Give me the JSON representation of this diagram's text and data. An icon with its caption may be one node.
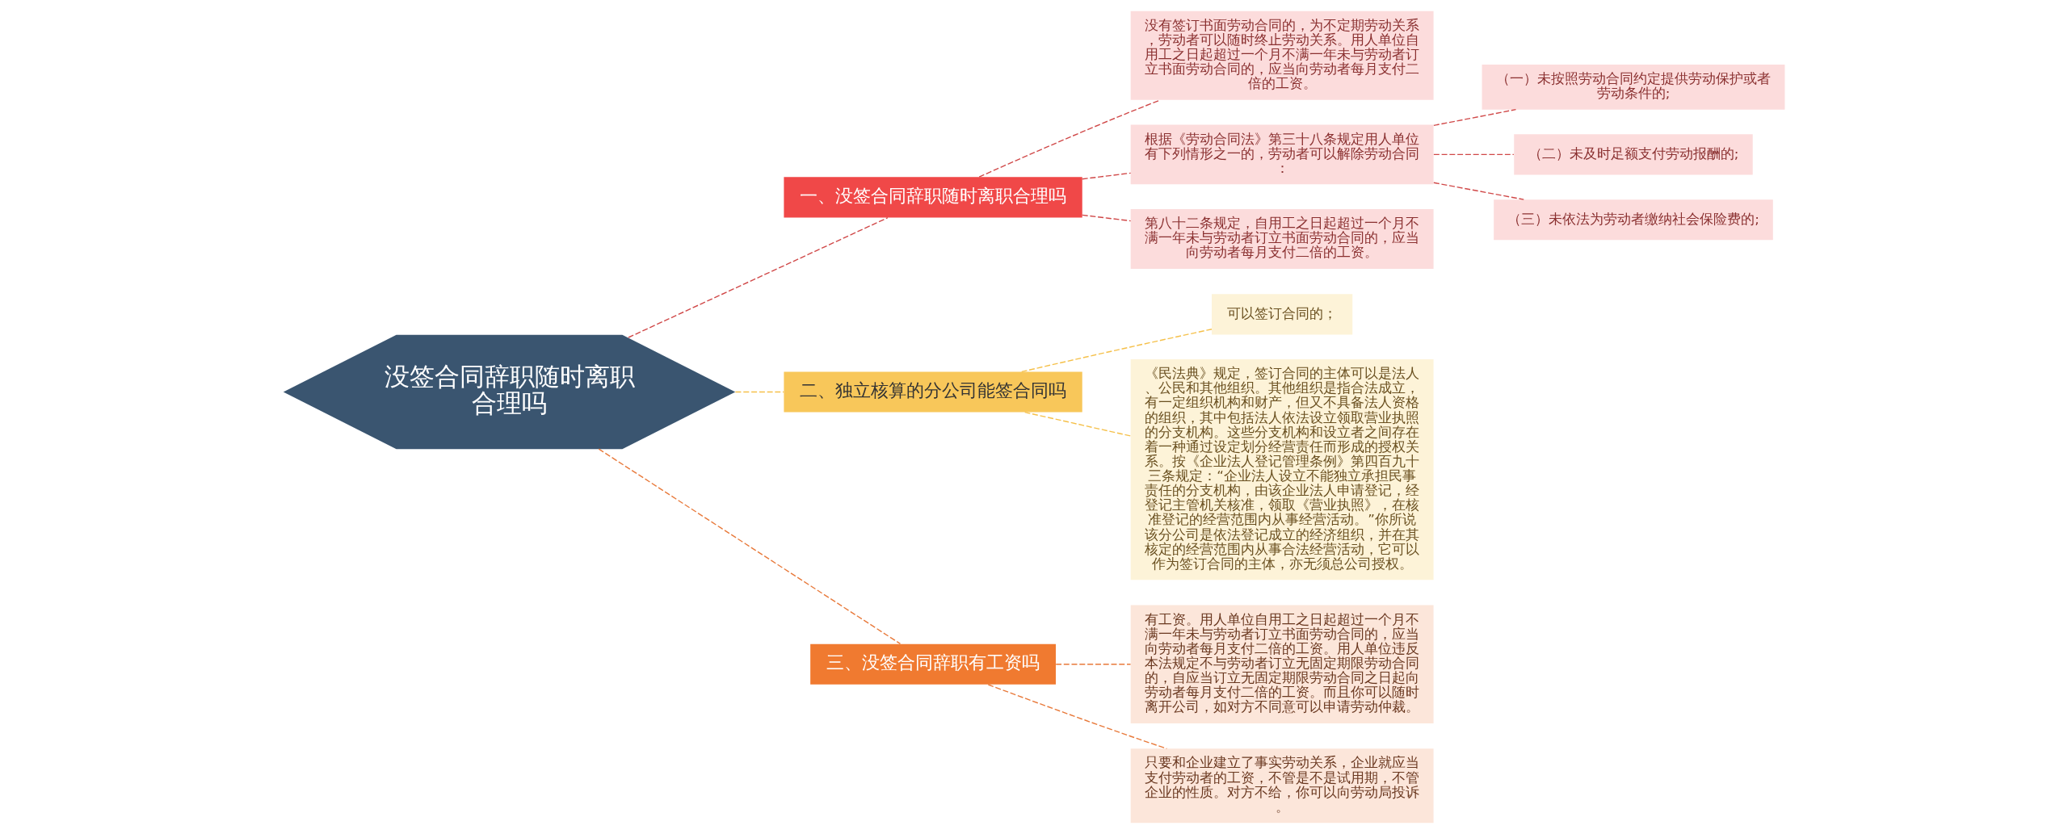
{
  "diagram": {
    "nodes": [
      {
        "text": [
          "没签合同辞职随时离职合理吗"
        ]
      },
      {
        "text": [
          "一、没签合同辞职随时离职合理吗"
        ]
      },
      {
        "text": [
          "没有签订书面劳动合同的，为不定期劳动关系，劳动者可以随时终止劳动关系。用人单位自用工之日起超过一个月不满一年未与劳动者订立书面劳动合同的，应当向劳动者每月支付二倍的工资。"
        ]
      },
      {
        "text": [
          "根据《劳动合同法》第三十八条规定用人单位有下列情形之一的，劳动者可以解除劳动合同："
        ]
      },
      {
        "text": [
          "（一）未按照劳动合同约定提供劳动保护或者劳动条件的;"
        ]
      },
      {
        "text": [
          "（二）未及时足额支付劳动报酬的;"
        ]
      },
      {
        "text": [
          "（三）未依法为劳动者缴纳社会保险费的;"
        ]
      },
      {
        "text": [
          "第八十二条规定，自用工之日起超过一个月不满一年未与劳动者订立书面劳动合同的，应当向劳动者每月支付二倍的工资。"
        ]
      },
      {
        "text": [
          "二、独立核算的分公司能签合同吗"
        ]
      },
      {
        "text": [
          "可以签订合同的；"
        ]
      },
      {
        "text": [
          "《民法典》规定，签订合同的主体可以是法人、公民和其他组织。其他组织是指合法成立，有一定组织机构和财产，但又不具备法人资格的组织，其中包括法人依法设立领取营业执照的分支机构。这些分支机构和设立者之间存在着一种通过设定划分经营责任而形成的授权关系。按《企业法人登记管理条例》第四百九十三条规定：“企业法人设立不能独立承担民事责任的分支机构，由该企业法人申请登记，经登记主管机关核准，领取《营业执照》，在核准登记的经营范围内从事经营活动。”你所说该分公司是依法登记成立的经济组织，并在其核定的经营范围内从事合法经营活动，它可以作为签订合同的主体，亦无须总公司授权。"
        ]
      },
      {
        "text": [
          "三、没签合同辞职有工资吗"
        ]
      },
      {
        "text": [
          "有工资。用人单位自用工之日起超过一个月不满一年未与劳动者订立书面劳动合同的，应当向劳动者每月支付二倍的工资。用人单位违反本法规定不与劳动者订立无固定期限劳动合同的，自应当订立无固定期限劳动合同之日起向劳动者每月支付二倍的工资。而且你可以随时离开公司，如对方不同意可以申请劳动仲裁。"
        ]
      },
      {
        "text": [
          "只要和企业建立了事实劳动关系，企业就应当支付劳动者的工资，不管是不是试用期，不管企业的性质。对方不给，你可以向劳动局投诉。"
        ]
      }
    ],
    "edges": [
      {
        "from": 0,
        "to": 1,
        "arrow": "none",
        "style": "dashed"
      },
      {
        "from": 1,
        "to": 2,
        "arrow": "none",
        "style": "dashed"
      },
      {
        "from": 1,
        "to": 3,
        "arrow": "none",
        "style": "dashed"
      },
      {
        "from": 3,
        "to": 4,
        "arrow": "none",
        "style": "dashed"
      },
      {
        "from": 3,
        "to": 5,
        "arrow": "none",
        "style": "dashed"
      },
      {
        "from": 3,
        "to": 6,
        "arrow": "none",
        "style": "dashed"
      },
      {
        "from": 1,
        "to": 7,
        "arrow": "none",
        "style": "dashed"
      },
      {
        "from": 0,
        "to": 8,
        "arrow": "none",
        "style": "dashed",
        "color": "#f5c04a"
      },
      {
        "from": 8,
        "to": 9,
        "arrow": "none",
        "style": "dashed",
        "color": "#f5c04a"
      },
      {
        "from": 8,
        "to": 10,
        "arrow": "none",
        "style": "dashed",
        "color": "#f5c04a"
      },
      {
        "from": 0,
        "to": 11,
        "arrow": "none",
        "style": "dashed",
        "color": "#e8793a"
      },
      {
        "from": 11,
        "to": 12,
        "arrow": "none",
        "style": "dashed",
        "color": "#e8793a"
      },
      {
        "from": 11,
        "to": 13,
        "arrow": "none",
        "style": "dashed",
        "color": "#e8793a"
      }
    ]
  }
}
